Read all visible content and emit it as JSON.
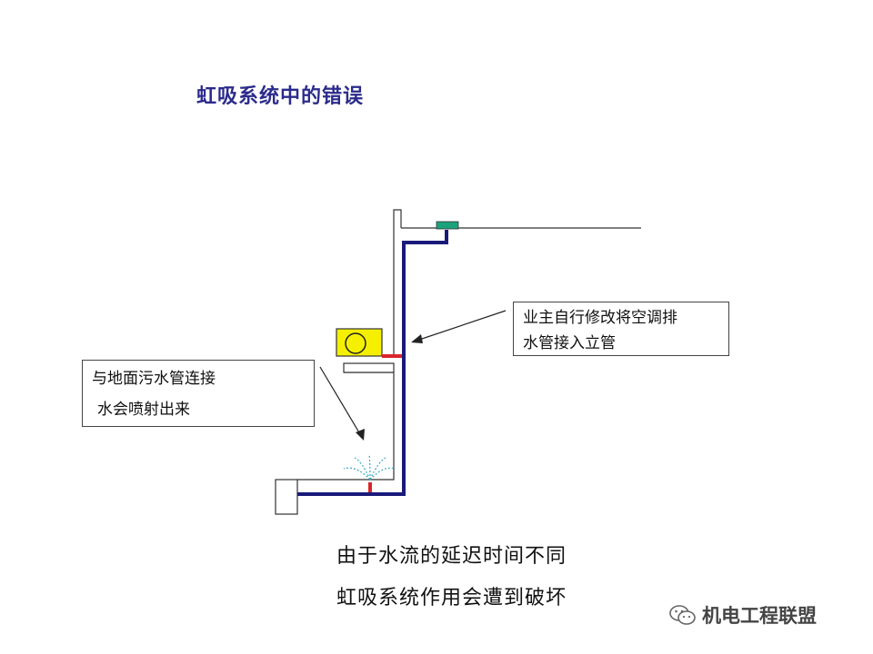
{
  "title": "虹吸系统中的错误",
  "callouts": {
    "right": [
      "业主自行修改将空调排",
      "水管接入立管"
    ],
    "left": [
      "与地面污水管连接",
      "水会喷射出来"
    ]
  },
  "conclusion": [
    "由于水流的延迟时间不同",
    "虹吸系统作用会遭到破坏"
  ],
  "watermark": "机电工程联盟",
  "colors": {
    "title": "#2b2b8c",
    "pipe": "#1a1a7a",
    "fault_joint": "#d9262b",
    "outlet": "#1aa37a",
    "ac_unit": "#f5f000",
    "spray": "#3aa7c9"
  }
}
